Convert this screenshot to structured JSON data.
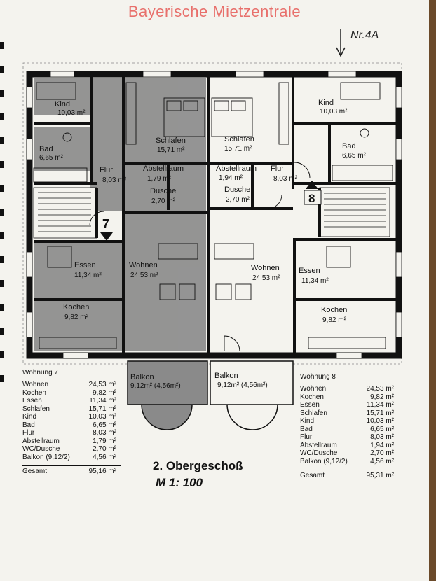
{
  "watermark": "Bayerische Mietzentrale",
  "handwritten_note": "Nr.4A",
  "apartment_markers": [
    "7",
    "8"
  ],
  "rooms": [
    {
      "id": "kind7",
      "name": "Kind",
      "area": "10,03 m²"
    },
    {
      "id": "bad7",
      "name": "Bad",
      "area": "6,65 m²"
    },
    {
      "id": "flur7",
      "name": "Flur",
      "area": "8,03 m²"
    },
    {
      "id": "schlafen7",
      "name": "Schlafen",
      "area": "15,71 m²"
    },
    {
      "id": "abst7",
      "name": "Abstellraum",
      "area": "1,79 m²"
    },
    {
      "id": "dusche7",
      "name": "Dusche",
      "area": "2,70 m²"
    },
    {
      "id": "essen7",
      "name": "Essen",
      "area": "11,34 m²"
    },
    {
      "id": "wohnen7",
      "name": "Wohnen",
      "area": "24,53 m²"
    },
    {
      "id": "kochen7",
      "name": "Kochen",
      "area": "9,82 m²"
    },
    {
      "id": "schlafen8",
      "name": "Schlafen",
      "area": "15,71 m²"
    },
    {
      "id": "abst8",
      "name": "Abstellraum",
      "area": "1,94 m²"
    },
    {
      "id": "flur8",
      "name": "Flur",
      "area": "8,03 m²"
    },
    {
      "id": "dusche8",
      "name": "Dusche",
      "area": "2,70 m²"
    },
    {
      "id": "kind8",
      "name": "Kind",
      "area": "10,03 m²"
    },
    {
      "id": "bad8",
      "name": "Bad",
      "area": "6,65 m²"
    },
    {
      "id": "wohnen8",
      "name": "Wohnen",
      "area": "24,53 m²"
    },
    {
      "id": "essen8",
      "name": "Essen",
      "area": "11,34 m²"
    },
    {
      "id": "kochen8",
      "name": "Kochen",
      "area": "9,82 m²"
    }
  ],
  "balconies": [
    {
      "id": "balkon7",
      "name": "Balkon",
      "area": "9,12m² (4,56m²)"
    },
    {
      "id": "balkon8",
      "name": "Balkon",
      "area": "9,12m² (4,56m²)"
    }
  ],
  "tables": [
    {
      "id": "w7",
      "heading": "Wohnung 7",
      "rows": [
        [
          "Wohnen",
          "24,53 m²"
        ],
        [
          "Kochen",
          "9,82 m²"
        ],
        [
          "Essen",
          "11,34 m²"
        ],
        [
          "Schlafen",
          "15,71 m²"
        ],
        [
          "Kind",
          "10,03 m²"
        ],
        [
          "Bad",
          "6,65 m²"
        ],
        [
          "Flur",
          "8,03 m²"
        ],
        [
          "Abstellraum",
          "1,79 m²"
        ],
        [
          "WC/Dusche",
          "2,70 m²"
        ],
        [
          "Balkon (9,12/2)",
          "4,56 m²"
        ]
      ],
      "total_label": "Gesamt",
      "total": "95,16 m²"
    },
    {
      "id": "w8",
      "heading": "Wohnung 8",
      "rows": [
        [
          "Wohnen",
          "24,53 m²"
        ],
        [
          "Kochen",
          "9,82 m²"
        ],
        [
          "Essen",
          "11,34 m²"
        ],
        [
          "Schlafen",
          "15,71 m²"
        ],
        [
          "Kind",
          "10,03 m²"
        ],
        [
          "Bad",
          "6,65 m²"
        ],
        [
          "Flur",
          "8,03 m²"
        ],
        [
          "Abstellraum",
          "1,94 m²"
        ],
        [
          "WC/Dusche",
          "2,70 m²"
        ],
        [
          "Balkon (9,12/2)",
          "4,56 m²"
        ]
      ],
      "total_label": "Gesamt",
      "total": "95,31 m²"
    }
  ],
  "floor_title": "2. Obergeschoß",
  "scale": "M 1: 100"
}
